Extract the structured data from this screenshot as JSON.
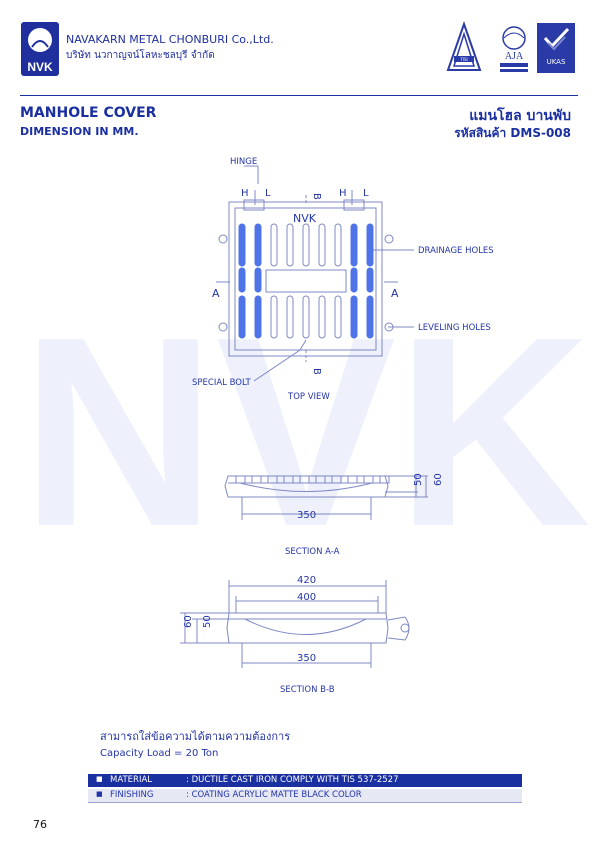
{
  "header": {
    "company_en": "NAVAKARN METAL CHONBURI Co.,Ltd.",
    "company_th": "บริษัท นวกาญจน์โลหะชลบุรี จำกัด",
    "logo_text": "NVK",
    "cert_logos": [
      "TISI",
      "AJA",
      "UKAS"
    ]
  },
  "title": {
    "en_main": "MANHOLE COVER",
    "en_sub": "DIMENSION IN MM.",
    "th_main": "แมนโฮล บานพับ",
    "th_sub": "รหัสสินค้า DMS-008"
  },
  "drawing": {
    "labels": {
      "hinge": "HINGE",
      "h": "H",
      "l": "L",
      "b": "B",
      "a": "A",
      "nvk": "NVK",
      "drainage": "DRAINAGE HOLES",
      "leveling": "LEVELING HOLES",
      "special_bolt": "SPECIAL BOLT",
      "top_view": "TOP VIEW",
      "section_aa": "SECTION A-A",
      "section_bb": "SECTION B-B"
    },
    "dimensions": {
      "aa_width": "350",
      "aa_h1": "50",
      "aa_h2": "60",
      "bb_420": "420",
      "bb_400": "400",
      "bb_350": "350",
      "bb_60": "60",
      "bb_50": "50"
    }
  },
  "notes": {
    "custom_th": "สามารถใส่ข้อความได้ตามความต้องการ",
    "capacity": "Capacity Load = 20 Ton"
  },
  "specs": [
    {
      "key": "MATERIAL",
      "value": ": DUCTILE CAST IRON COMPLY WITH TIS 537-2527"
    },
    {
      "key": "FINISHING",
      "value": ": COATING ACRYLIC MATTE BLACK COLOR"
    }
  ],
  "page_number": "76",
  "colors": {
    "brand": "#1a2fa0",
    "drawing": "#7e88c4",
    "hole": "#4f74e8",
    "watermark": "#eef1fb",
    "spec_row1_bg": "#1a2fa0",
    "spec_row2_bg": "#e6e8f4"
  }
}
